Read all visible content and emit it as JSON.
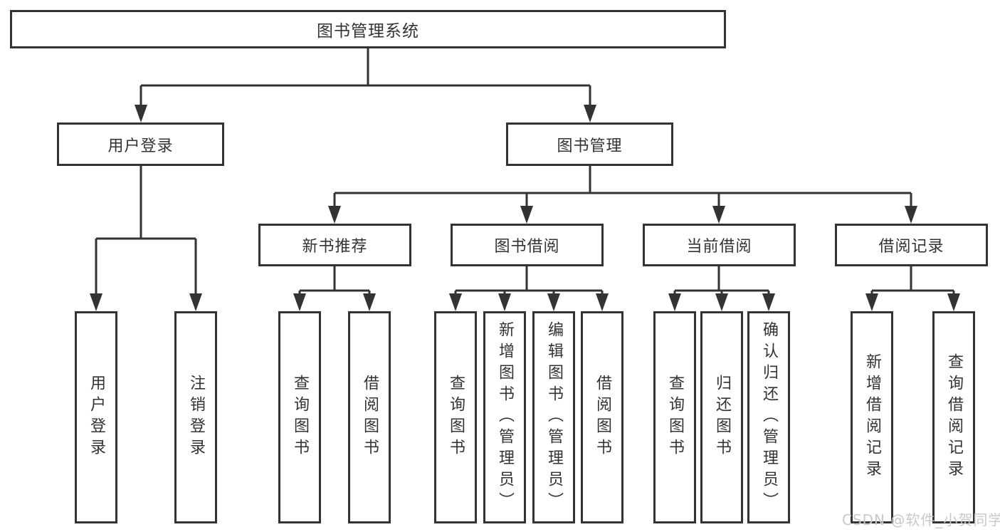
{
  "tree": {
    "root": {
      "label": "图书管理系统"
    },
    "branches": [
      {
        "label": "用户登录",
        "leaves": [
          {
            "label": "用户登录"
          },
          {
            "label": "注销登录"
          }
        ]
      },
      {
        "label": "图书管理",
        "sections": [
          {
            "label": "新书推荐",
            "leaves": [
              {
                "label": "查询图书"
              },
              {
                "label": "借阅图书"
              }
            ]
          },
          {
            "label": "图书借阅",
            "leaves": [
              {
                "label": "查询图书"
              },
              {
                "label": "新增图书（管理员）"
              },
              {
                "label": "编辑图书（管理员）"
              },
              {
                "label": "借阅图书"
              }
            ]
          },
          {
            "label": "当前借阅",
            "leaves": [
              {
                "label": "查询图书"
              },
              {
                "label": "归还图书"
              },
              {
                "label": "确认归还（管理员）"
              }
            ]
          },
          {
            "label": "借阅记录",
            "leaves": [
              {
                "label": "新增借阅记录"
              },
              {
                "label": "查询借阅记录"
              }
            ]
          }
        ]
      }
    ]
  },
  "watermark": {
    "text": "CSDN @软件_小贺同学"
  },
  "colors": {
    "line": "#333333",
    "text": "#333333",
    "box_fill": "#ffffff",
    "background": "#ffffff",
    "watermark": "#c9c9c9"
  }
}
